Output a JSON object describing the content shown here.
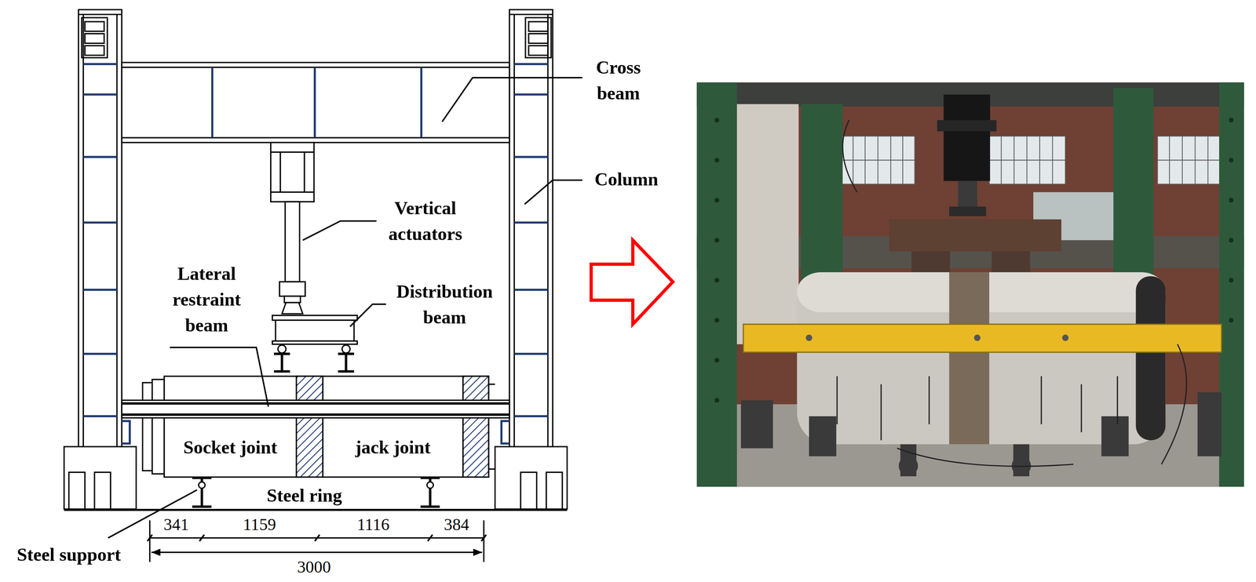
{
  "diagram": {
    "nodes": [
      {
        "text": [
          "Socket joint"
        ]
      },
      {
        "text": [
          "jack joint"
        ]
      }
    ],
    "labels": [
      "Cross beam",
      "Column",
      "Vertical actuators",
      "Distribution beam",
      "Lateral restraint beam",
      "Steel ring",
      "Steel support",
      "341",
      "1159",
      "1116",
      "384",
      "3000"
    ]
  }
}
